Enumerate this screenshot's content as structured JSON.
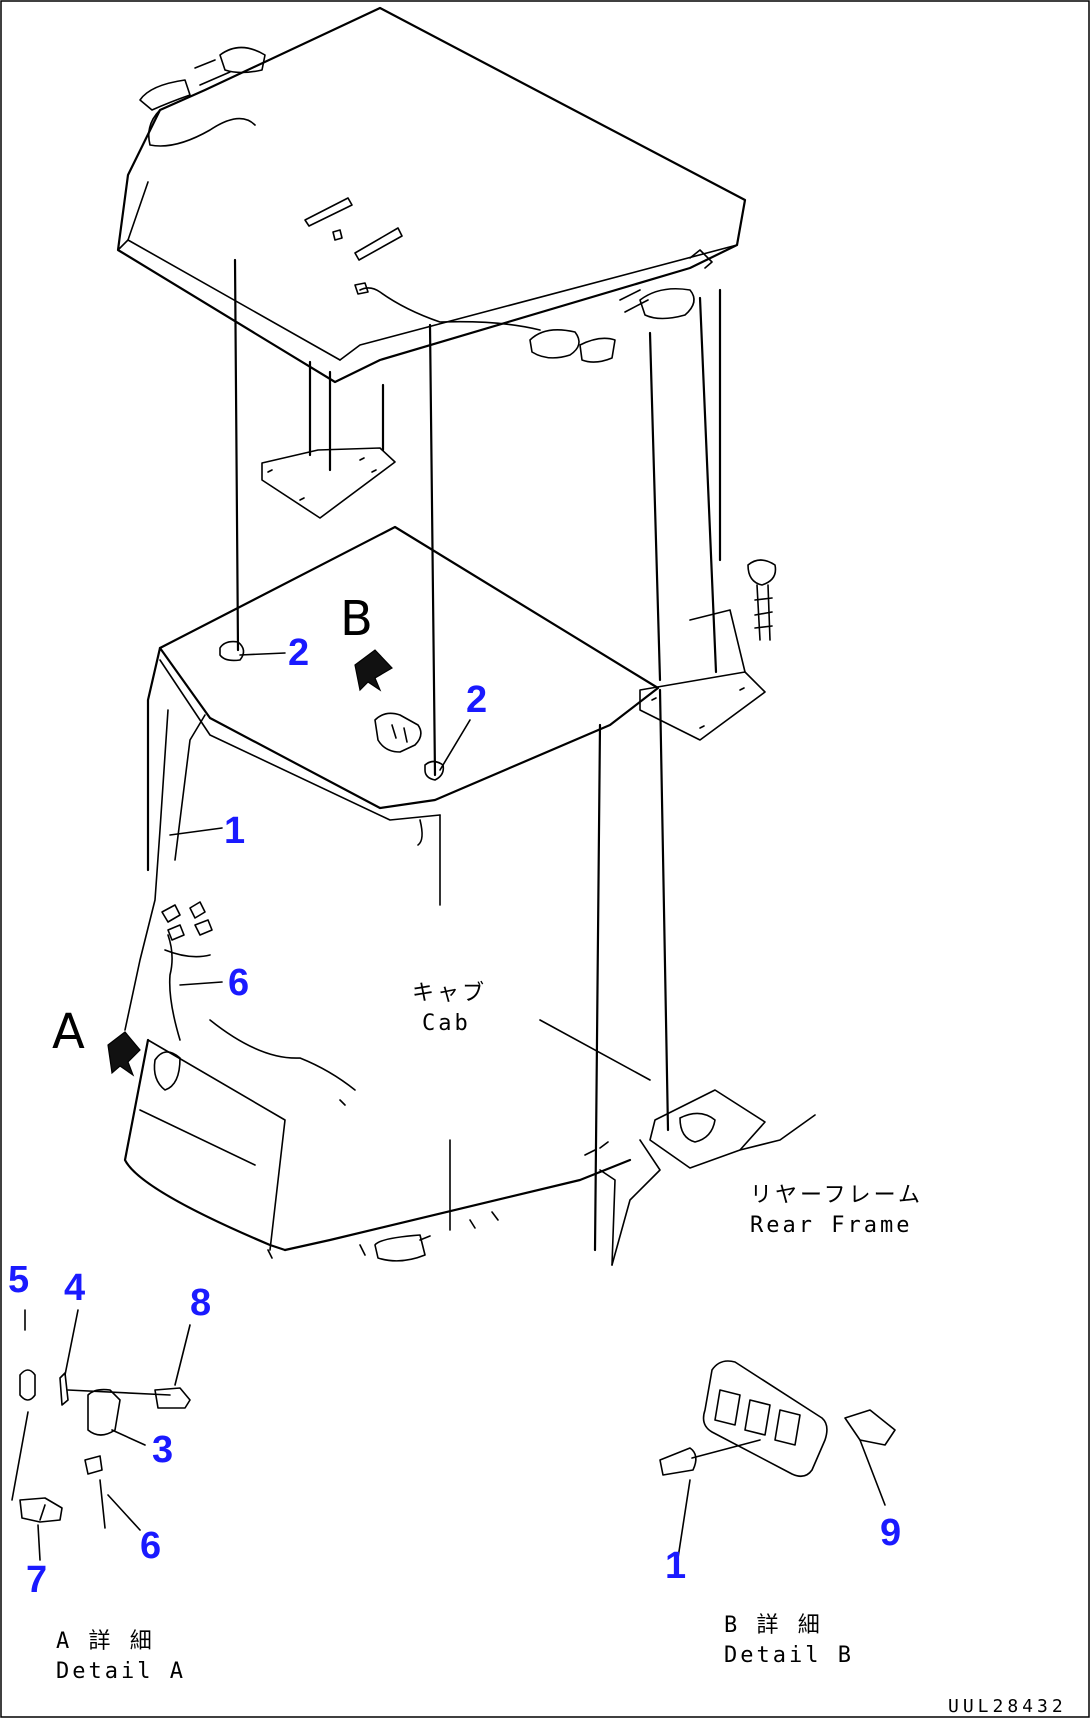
{
  "callouts": {
    "c2a": "2",
    "c2b": "2",
    "c1_top": "1",
    "c6_top": "6",
    "c5": "5",
    "c4": "4",
    "c8": "8",
    "c3": "3",
    "c6_bottom": "6",
    "c7": "7",
    "c1_detail": "1",
    "c9": "9"
  },
  "view_letters": {
    "b": "B",
    "a": "A"
  },
  "labels": {
    "cab_jp": "キャブ",
    "cab_en": "Cab",
    "rear_frame_jp": "リヤーフレーム",
    "rear_frame_en": "Rear Frame",
    "detail_a_jp": "A 詳 細",
    "detail_a_en": "Detail A",
    "detail_b_jp": "B 詳 細",
    "detail_b_en": "Detail B"
  },
  "drawing_code": "UUL28432",
  "colors": {
    "callout": "#1a1aff",
    "line": "#000000",
    "background": "#ffffff"
  }
}
